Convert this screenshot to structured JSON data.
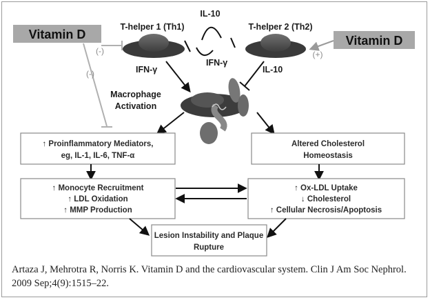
{
  "figure": {
    "vitamin_d_left": "Vitamin D",
    "vitamin_d_right": "Vitamin D",
    "th1": "T-helper 1 (Th1)",
    "th2": "T-helper 2 (Th2)",
    "il10_top": "IL-10",
    "ifn_gamma_left": "IFN-γ",
    "ifn_gamma_center": "IFN-γ",
    "il10_right": "IL-10",
    "macrophage_line1": "Macrophage",
    "macrophage_line2": "Activation",
    "sign_left_1": "(-)",
    "sign_left_2": "(-)",
    "sign_right": "(+)",
    "box_proinflammatory": {
      "line1": "↑ Proinflammatory Mediators,",
      "line2": "eg, IL-1, IL-6, TNF-α"
    },
    "box_cholesterol": {
      "line1": "Altered Cholesterol",
      "line2": "Homeostasis"
    },
    "box_monocyte": {
      "line1": "↑ Monocyte Recruitment",
      "line2": "↑ LDL Oxidation",
      "line3": "↑ MMP Production"
    },
    "box_oxldl": {
      "line1": "↑ Ox-LDL Uptake",
      "line2": "↓ Cholesterol",
      "line3": "↑ Cellular Necrosis/Apoptosis"
    },
    "box_lesion": {
      "line1": "Lesion Instability and Plaque",
      "line2": "Rupture"
    }
  },
  "citation": "Artaza J, Mehrotra R, Norris K. Vitamin D and the cardiovascular system. Clin J Am Soc Nephrol. 2009 Sep;4(9):1515–22.",
  "colors": {
    "vitamin_box": "#a8a8a8",
    "cell": "#555555",
    "border": "#888888",
    "inhibit_line": "#b0b0b0"
  }
}
